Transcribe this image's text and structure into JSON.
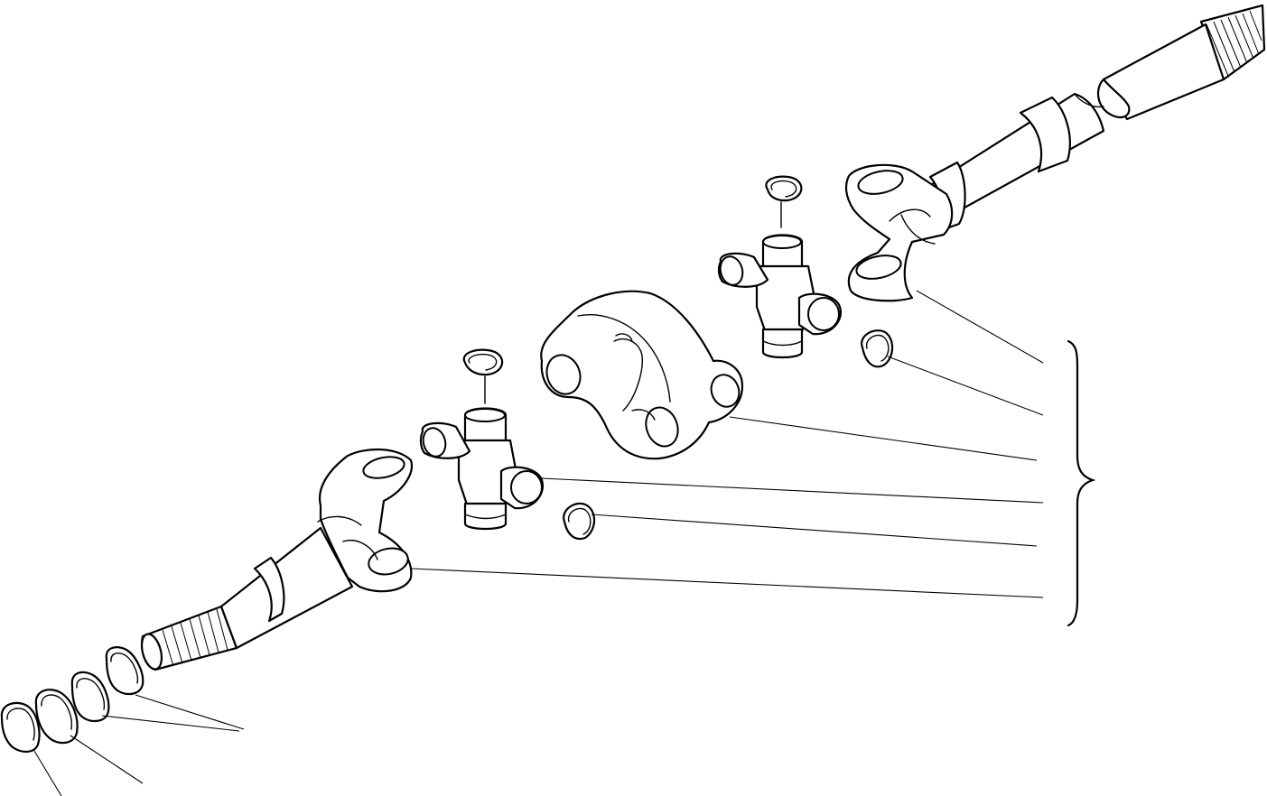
{
  "diagram": {
    "type": "exploded-parts-view",
    "assembly": "axle-shaft-with-double-universal-joint",
    "colors": {
      "ink": "#000000",
      "paper": "#ffffff"
    },
    "parts": [
      {
        "id": "outer-shaft-yoke",
        "kind": "shaft-with-yoke"
      },
      {
        "id": "outer-snap-ring",
        "kind": "snap-ring"
      },
      {
        "id": "outer-cross-spider",
        "kind": "universal-joint-cross"
      },
      {
        "id": "center-coupling-yoke",
        "kind": "double-yoke"
      },
      {
        "id": "inner-snap-ring",
        "kind": "snap-ring"
      },
      {
        "id": "inner-cross-spider",
        "kind": "universal-joint-cross"
      },
      {
        "id": "inner-shaft-yoke",
        "kind": "shaft-with-yoke"
      },
      {
        "id": "shim-washers",
        "kind": "shim"
      },
      {
        "id": "thrust-washer",
        "kind": "washer"
      },
      {
        "id": "retaining-ring",
        "kind": "snap-ring"
      }
    ]
  }
}
